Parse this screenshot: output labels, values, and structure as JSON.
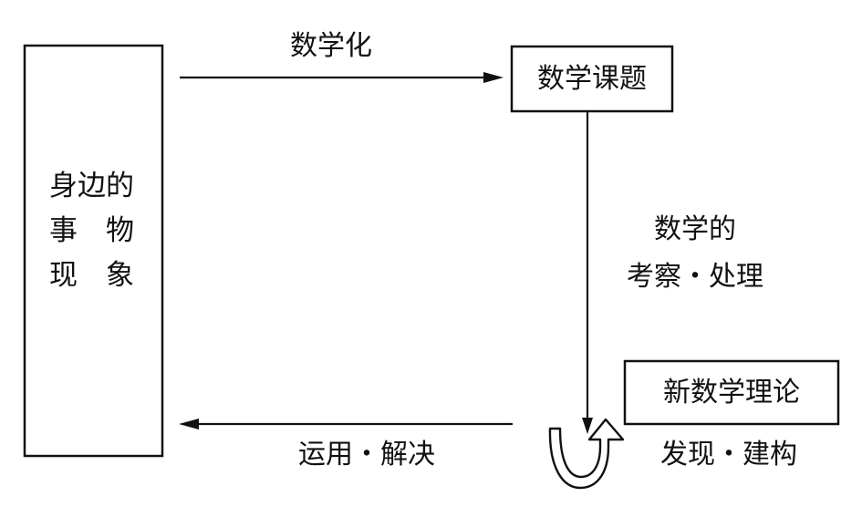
{
  "nodes": {
    "phenomena": {
      "lines": [
        "身边的",
        "事　物",
        "现　象"
      ]
    },
    "math_topic": {
      "label": "数学课题"
    },
    "new_theory": {
      "label": "新数学理论"
    }
  },
  "edges": {
    "mathematize": {
      "label": "数学化"
    },
    "examine": {
      "lines": [
        "数学的",
        "考察・处理"
      ]
    },
    "discover": {
      "label": "发现・建构"
    },
    "apply": {
      "label": "运用・解决"
    }
  }
}
